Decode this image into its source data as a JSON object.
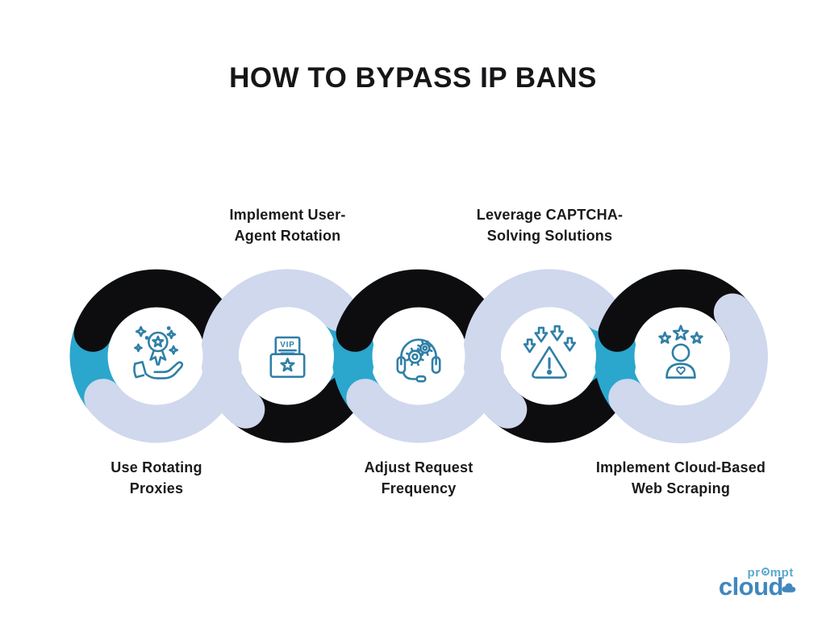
{
  "title": "HOW TO BYPASS IP BANS",
  "steps": [
    {
      "id": "use-rotating-proxies",
      "label": "Use Rotating Proxies",
      "label_lines": [
        "Use Rotating",
        "Proxies"
      ],
      "label_position": "bottom",
      "icon": "hand-award-icon",
      "ring_style": "A"
    },
    {
      "id": "implement-user-agent-rotation",
      "label": "Implement User-Agent Rotation",
      "label_lines": [
        "Implement User-",
        "Agent Rotation"
      ],
      "label_position": "top",
      "icon": "vip-box-icon",
      "icon_text": "VIP",
      "ring_style": "B"
    },
    {
      "id": "adjust-request-frequency",
      "label": "Adjust Request Frequency",
      "label_lines": [
        "Adjust Request",
        "Frequency"
      ],
      "label_position": "bottom",
      "icon": "headset-gears-icon",
      "ring_style": "A"
    },
    {
      "id": "leverage-captcha-solving-solutions",
      "label": "Leverage CAPTCHA-Solving Solutions",
      "label_lines": [
        "Leverage CAPTCHA-",
        "Solving Solutions"
      ],
      "label_position": "top",
      "icon": "warning-arrows-icon",
      "ring_style": "B"
    },
    {
      "id": "implement-cloud-based-web-scraping",
      "label": "Implement Cloud-Based Web Scraping",
      "label_lines": [
        "Implement Cloud-Based",
        "Web Scraping"
      ],
      "label_position": "bottom",
      "icon": "person-stars-icon",
      "ring_style": "A"
    }
  ],
  "colors": {
    "background": "#ffffff",
    "ring_black": "#0d0d0f",
    "ring_teal": "#2ba6cd",
    "ring_periwinkle": "#cfd8ed",
    "inner_circle": "#ffffff",
    "icon_stroke": "#2f7fa6",
    "title_text": "#161618",
    "label_text": "#1a1a1c",
    "logo_prompt": "#5aa8cf",
    "logo_cloud": "#4187bd"
  },
  "logo": {
    "prompt_text": "prompt",
    "cloud_text": "cloud"
  }
}
